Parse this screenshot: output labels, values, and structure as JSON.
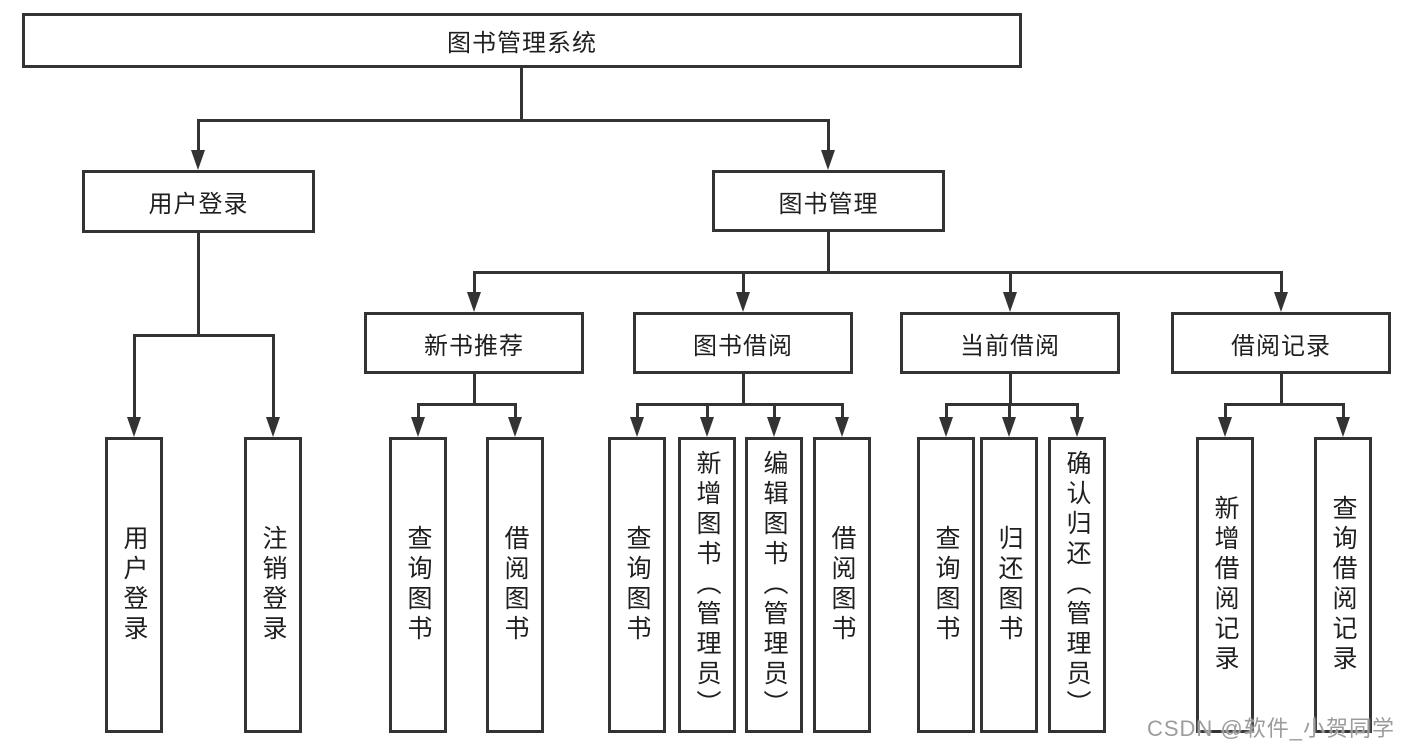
{
  "nodes": {
    "root": "图书管理系统",
    "user_login": "用户登录",
    "book_management": "图书管理",
    "new_book_recommend": "新书推荐",
    "book_borrow": "图书借阅",
    "current_borrow": "当前借阅",
    "borrow_records": "借阅记录"
  },
  "leaves": {
    "user_login": [
      "用户登录",
      "注销登录"
    ],
    "new_book_recommend": [
      "查询图书",
      "借阅图书"
    ],
    "book_borrow": [
      "查询图书",
      "新增图书（管理员）",
      "编辑图书（管理员）",
      "借阅图书"
    ],
    "current_borrow": [
      "查询图书",
      "归还图书",
      "确认归还（管理员）"
    ],
    "borrow_records": [
      "新增借阅记录",
      "查询借阅记录"
    ]
  },
  "watermark": "CSDN @软件_小贺同学",
  "colors": {
    "line": "#333333",
    "text": "#1f1f1f",
    "watermark": "#9c9c9c",
    "background": "#ffffff"
  }
}
